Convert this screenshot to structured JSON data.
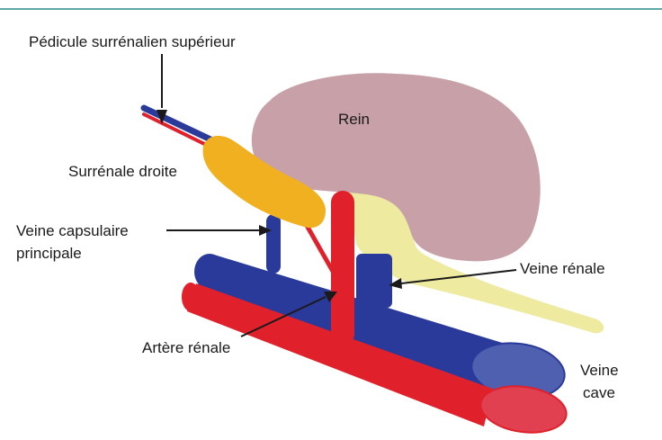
{
  "labels": {
    "pedicule": "Pédicule surrénalien supérieur",
    "rein": "Rein",
    "surrenale": "Surrénale droite",
    "veine_capsulaire_1": "Veine capsulaire",
    "veine_capsulaire_2": "principale",
    "veine_renale": "Veine rénale",
    "artere_renale": "Artère rénale",
    "veine_cave_1": "Veine",
    "veine_cave_2": "cave"
  },
  "colors": {
    "header_rule": "#2e8a8a",
    "kidney": "#c8a0a8",
    "adrenal": "#f0b020",
    "yellow_band": "#eeeaa0",
    "vein": "#2a3a9a",
    "artery": "#e0202a",
    "cava_end": "#5060b0",
    "artery_end": "#e04050"
  }
}
